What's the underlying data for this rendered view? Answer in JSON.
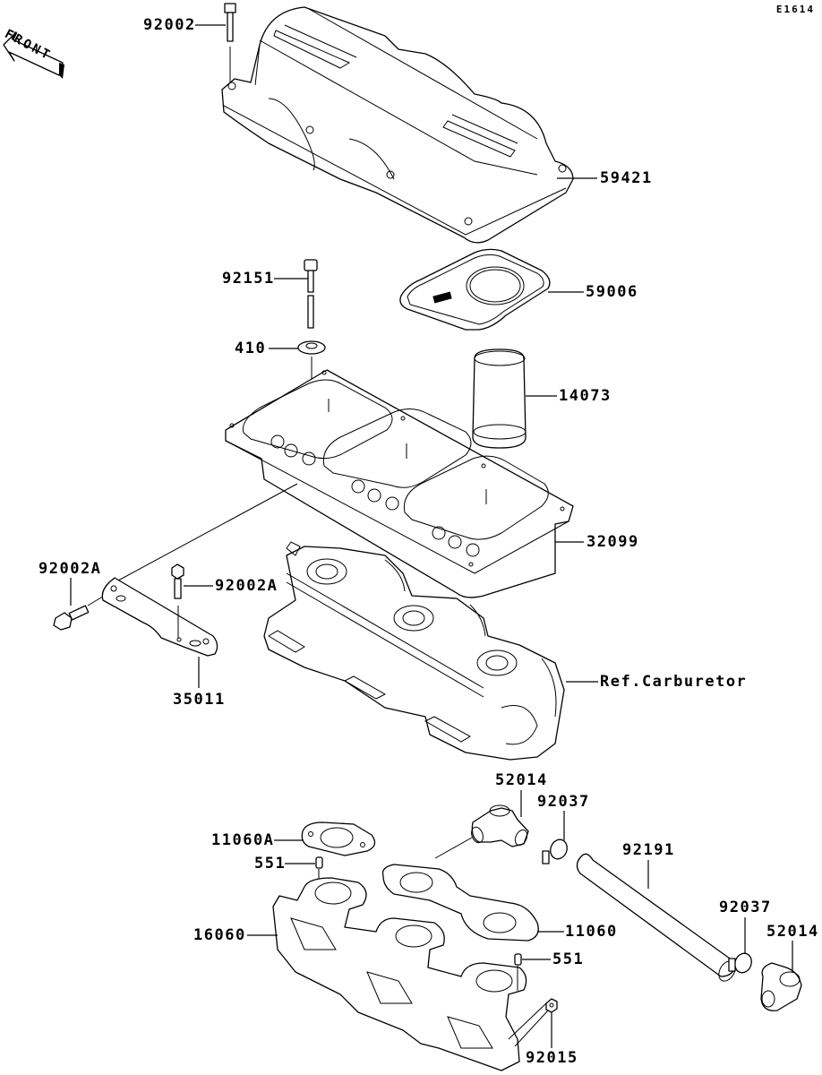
{
  "diagram": {
    "figure_code": "E1614",
    "front_indicator": "FRONT",
    "parts": [
      {
        "id": "p92002",
        "label": "92002",
        "name": "bolt"
      },
      {
        "id": "p59421",
        "label": "59421",
        "name": "air-intake-cover"
      },
      {
        "id": "p92151",
        "label": "92151",
        "name": "bolt-long"
      },
      {
        "id": "p59006",
        "label": "59006",
        "name": "seal-gasket"
      },
      {
        "id": "p410",
        "label": "410",
        "name": "washer"
      },
      {
        "id": "p14073",
        "label": "14073",
        "name": "filter-element"
      },
      {
        "id": "p32099",
        "label": "32099",
        "name": "intake-housing"
      },
      {
        "id": "p92002a_left",
        "label": "92002A",
        "name": "bolt"
      },
      {
        "id": "p92002a_right",
        "label": "92002A",
        "name": "bolt"
      },
      {
        "id": "p35011",
        "label": "35011",
        "name": "bracket"
      },
      {
        "id": "pref_carb",
        "label": "Ref.Carburetor",
        "name": "carburetor-reference"
      },
      {
        "id": "p52014_top",
        "label": "52014",
        "name": "elbow-fitting"
      },
      {
        "id": "p92037_top",
        "label": "92037",
        "name": "hose-clamp"
      },
      {
        "id": "p11060a",
        "label": "11060A",
        "name": "gasket"
      },
      {
        "id": "p551_left",
        "label": "551",
        "name": "dowel-pin"
      },
      {
        "id": "p92191",
        "label": "92191",
        "name": "hose"
      },
      {
        "id": "p92037_bottom",
        "label": "92037",
        "name": "hose-clamp"
      },
      {
        "id": "p52014_bottom",
        "label": "52014",
        "name": "elbow-fitting"
      },
      {
        "id": "p16060",
        "label": "16060",
        "name": "intake-manifold"
      },
      {
        "id": "p11060",
        "label": "11060",
        "name": "gasket"
      },
      {
        "id": "p551_right",
        "label": "551",
        "name": "dowel-pin"
      },
      {
        "id": "p92015",
        "label": "92015",
        "name": "nut"
      }
    ]
  }
}
